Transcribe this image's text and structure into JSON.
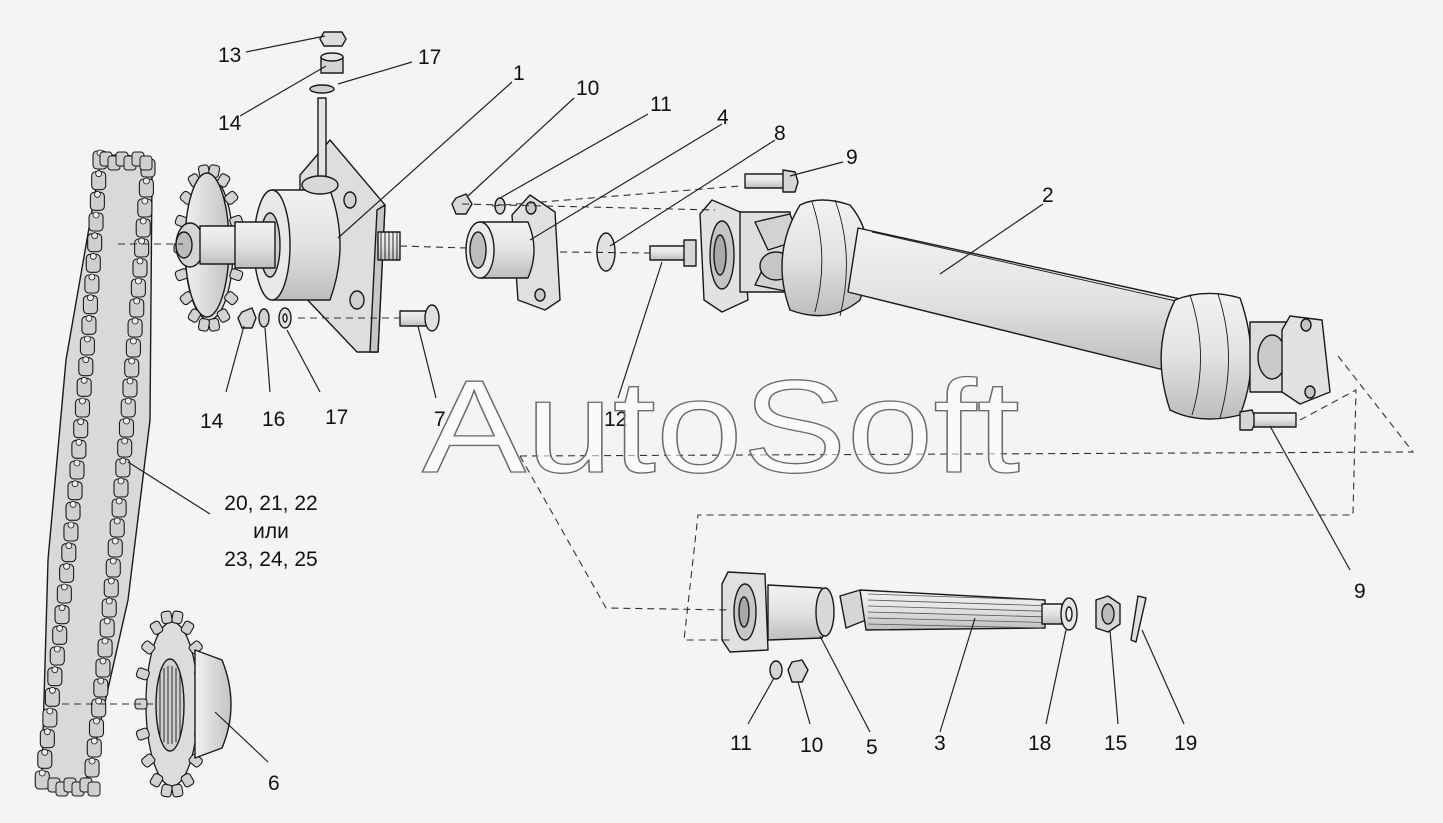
{
  "watermark": "AutoSoft",
  "callouts": {
    "c1": "1",
    "c2": "2",
    "c3": "3",
    "c4": "4",
    "c5": "5",
    "c6": "6",
    "c7": "7",
    "c8": "8",
    "c9a": "9",
    "c9b": "9",
    "c10a": "10",
    "c10b": "10",
    "c11a": "11",
    "c11b": "11",
    "c12": "12",
    "c13": "13",
    "c14a": "14",
    "c14b": "14",
    "c15": "15",
    "c16": "16",
    "c17a": "17",
    "c17b": "17",
    "c18": "18",
    "c19": "19"
  },
  "chain_label": {
    "line1": "20, 21, 22",
    "line2": "или",
    "line3": "23, 24, 25"
  },
  "colors": {
    "background": "#f4f4f4",
    "part_fill": "#e6e6e6",
    "part_shade": "#c9c9c9",
    "line": "#1a1a1a"
  }
}
